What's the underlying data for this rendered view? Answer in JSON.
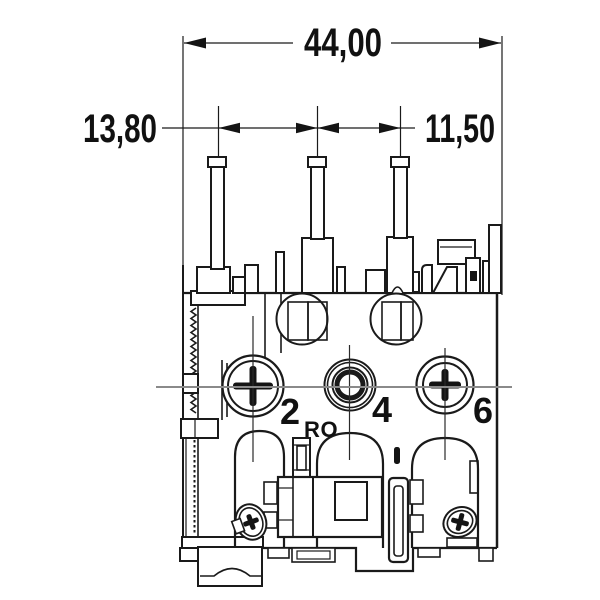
{
  "drawing": {
    "dimension_labels": {
      "overall_width": "44,00",
      "left_pin_pitch": "13,80",
      "right_pin_pitch": "11,50"
    },
    "terminal_labels": {
      "terminal_two": "2",
      "sub_r": "R",
      "sub_o": "O",
      "terminal_four": "4",
      "terminal_six": "6"
    },
    "colors": {
      "line": "#1a1a1a",
      "centerline_gray": "#8a8a8a",
      "background": "#ffffff",
      "text": "#111111"
    }
  }
}
